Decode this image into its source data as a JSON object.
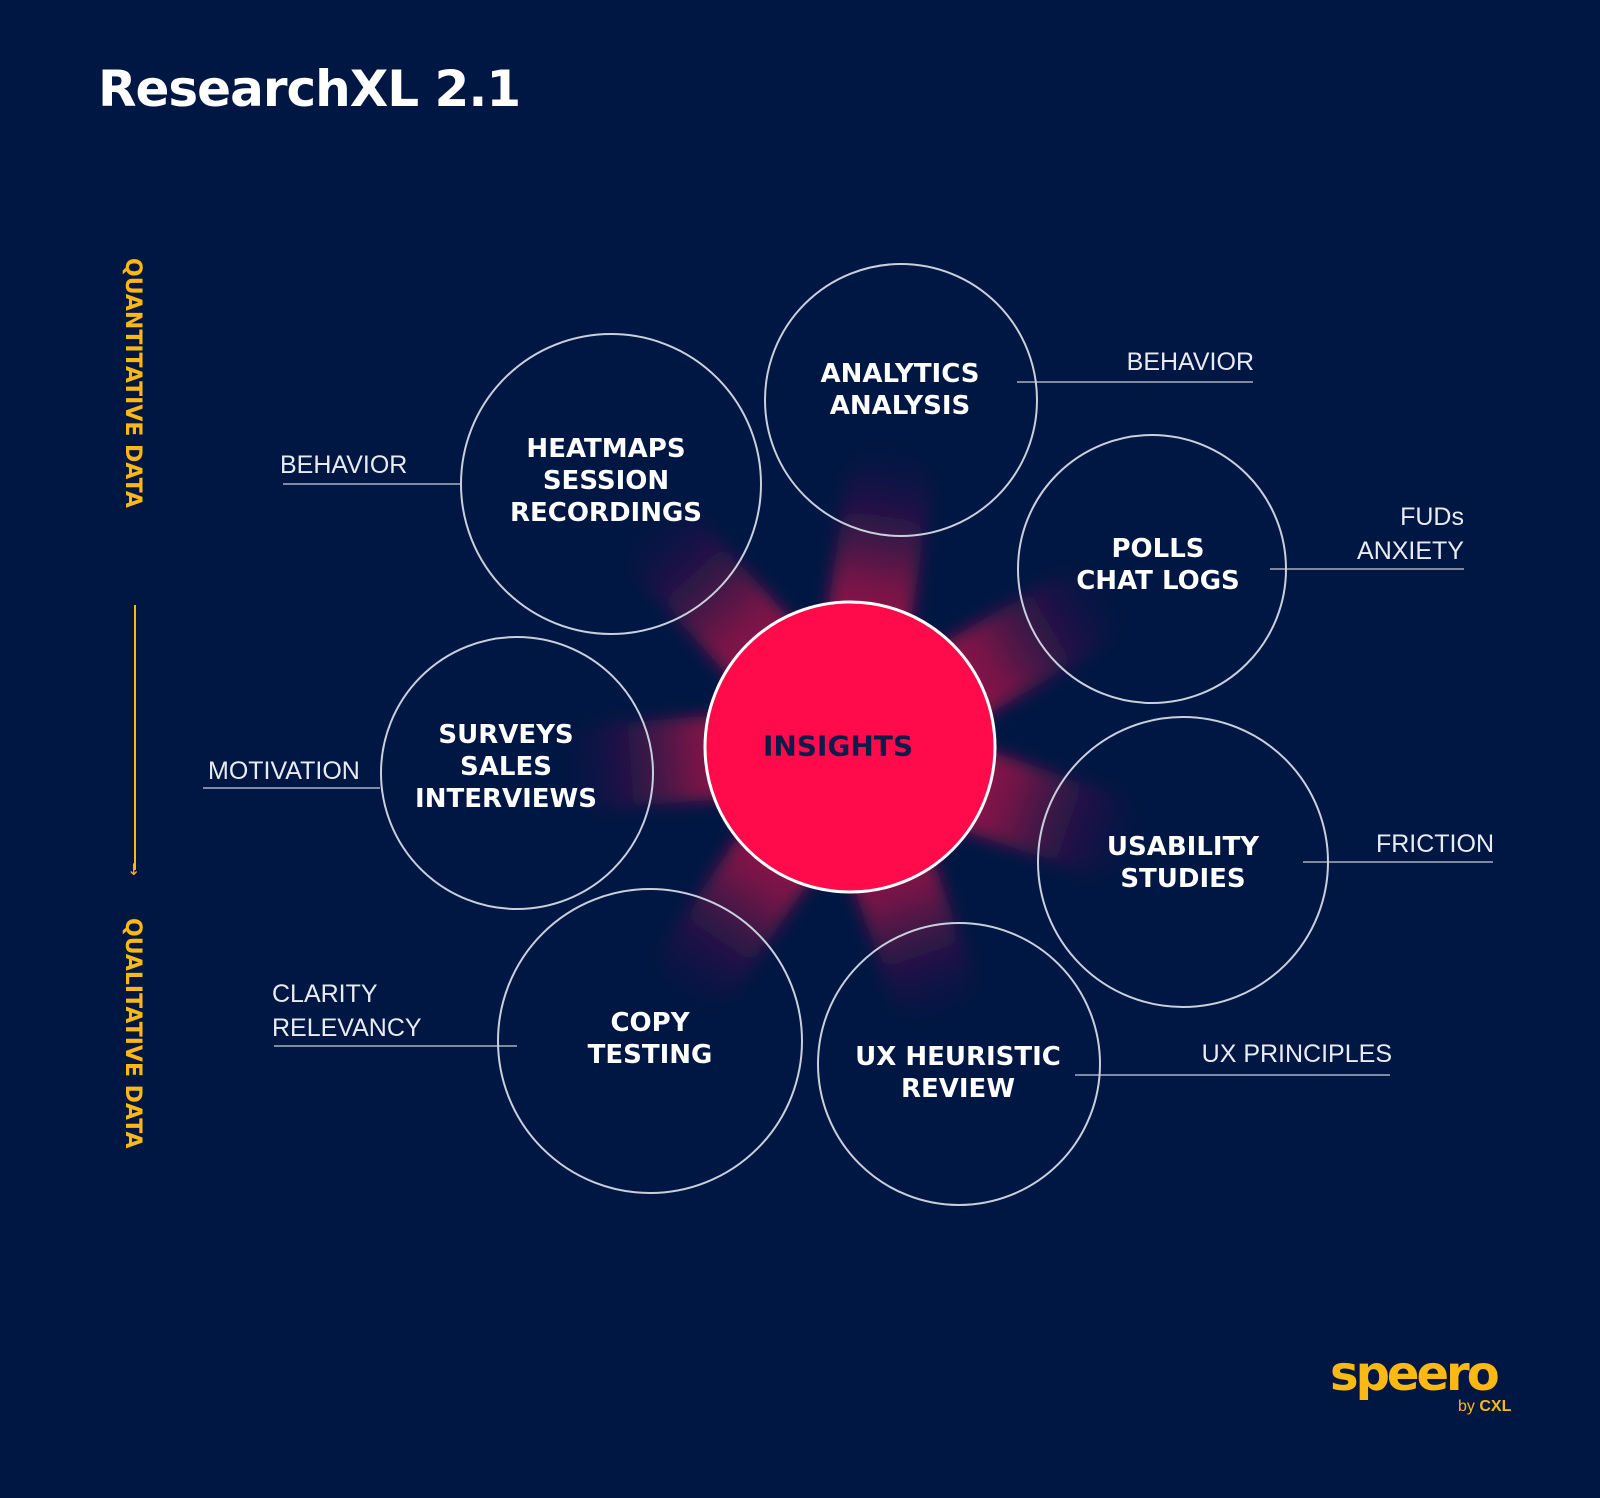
{
  "title": "ResearchXL 2.1",
  "axis": {
    "top_label": "QUANTITATIVE DATA",
    "bottom_label": "QUALITATIVE DATA"
  },
  "center": {
    "label": "INSIGHTS"
  },
  "nodes": [
    {
      "id": "heatmaps",
      "lines": [
        "HEATMAPS",
        "SESSION",
        "RECORDINGS"
      ],
      "annotation": [
        "BEHAVIOR"
      ]
    },
    {
      "id": "analytics",
      "lines": [
        "ANALYTICS",
        "ANALYSIS"
      ],
      "annotation": [
        "BEHAVIOR"
      ]
    },
    {
      "id": "polls",
      "lines": [
        "POLLS",
        "CHAT LOGS"
      ],
      "annotation": [
        "FUDs",
        "ANXIETY"
      ]
    },
    {
      "id": "surveys",
      "lines": [
        "SURVEYS",
        "SALES",
        "INTERVIEWS"
      ],
      "annotation": [
        "MOTIVATION"
      ]
    },
    {
      "id": "usability",
      "lines": [
        "USABILITY",
        "STUDIES"
      ],
      "annotation": [
        "FRICTION"
      ]
    },
    {
      "id": "copy",
      "lines": [
        "COPY",
        "TESTING"
      ],
      "annotation": [
        "CLARITY",
        "RELEVANCY"
      ]
    },
    {
      "id": "ux",
      "lines": [
        "UX HEURISTIC",
        "REVIEW"
      ],
      "annotation": [
        "UX PRINCIPLES"
      ]
    }
  ],
  "brand": {
    "name": "speero",
    "by": "by",
    "company": "CXL"
  },
  "colors": {
    "background": "#011743",
    "accent": "#ff0a4a",
    "label_accent": "#fdb913",
    "outline": "#c9cfdc"
  }
}
